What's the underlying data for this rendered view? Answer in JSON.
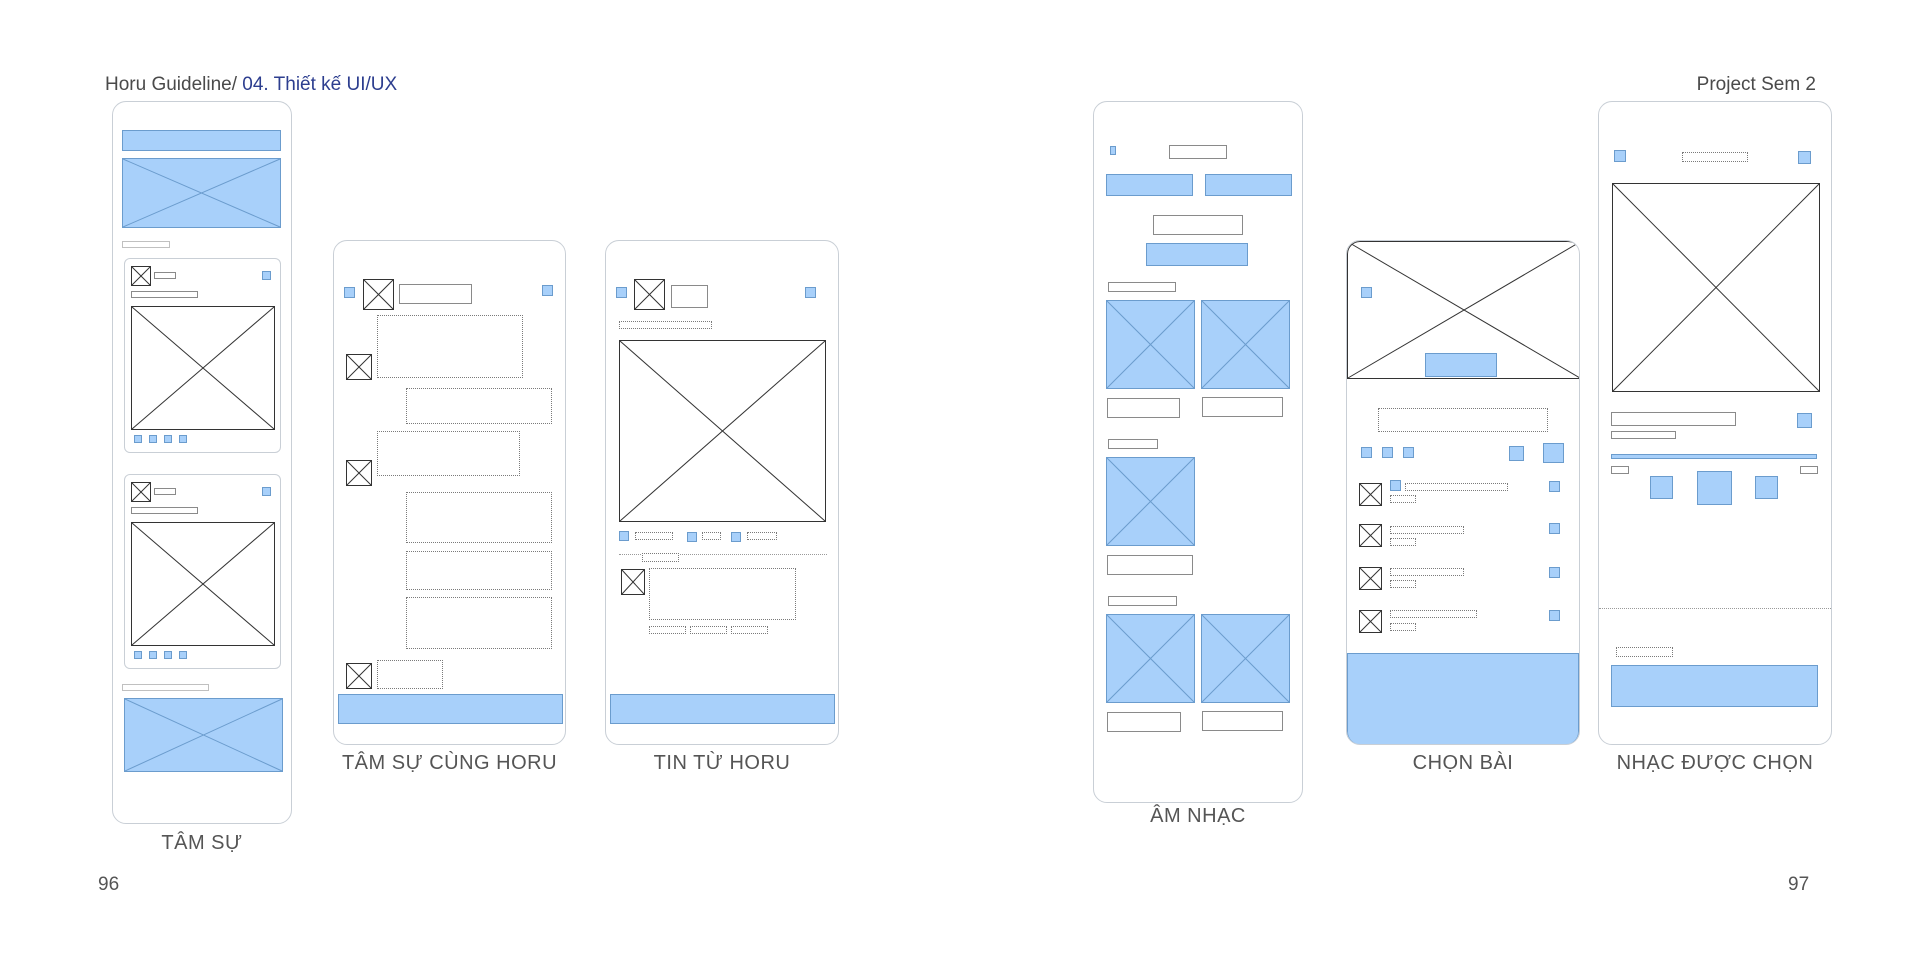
{
  "header": {
    "left_prefix": "Horu Guideline/ ",
    "left_section": "04. Thiết kế UI/UX",
    "right": "Project Sem 2"
  },
  "page_numbers": {
    "left": "96",
    "right": "97"
  },
  "screens": [
    {
      "caption": "TÂM SỰ"
    },
    {
      "caption": "TÂM SỰ CÙNG HORU"
    },
    {
      "caption": "TIN TỪ HORU"
    },
    {
      "caption": "ÂM NHẠC"
    },
    {
      "caption": "CHỌN BÀI"
    },
    {
      "caption": "NHẠC ĐƯỢC CHỌN"
    }
  ],
  "colors": {
    "placeholder_fill": "#a8d0fa",
    "placeholder_stroke": "#6b9ccd",
    "header_accent": "#2d3e8f",
    "frame_border": "#c9cfd6"
  },
  "icons": [
    "image-placeholder-icon"
  ]
}
